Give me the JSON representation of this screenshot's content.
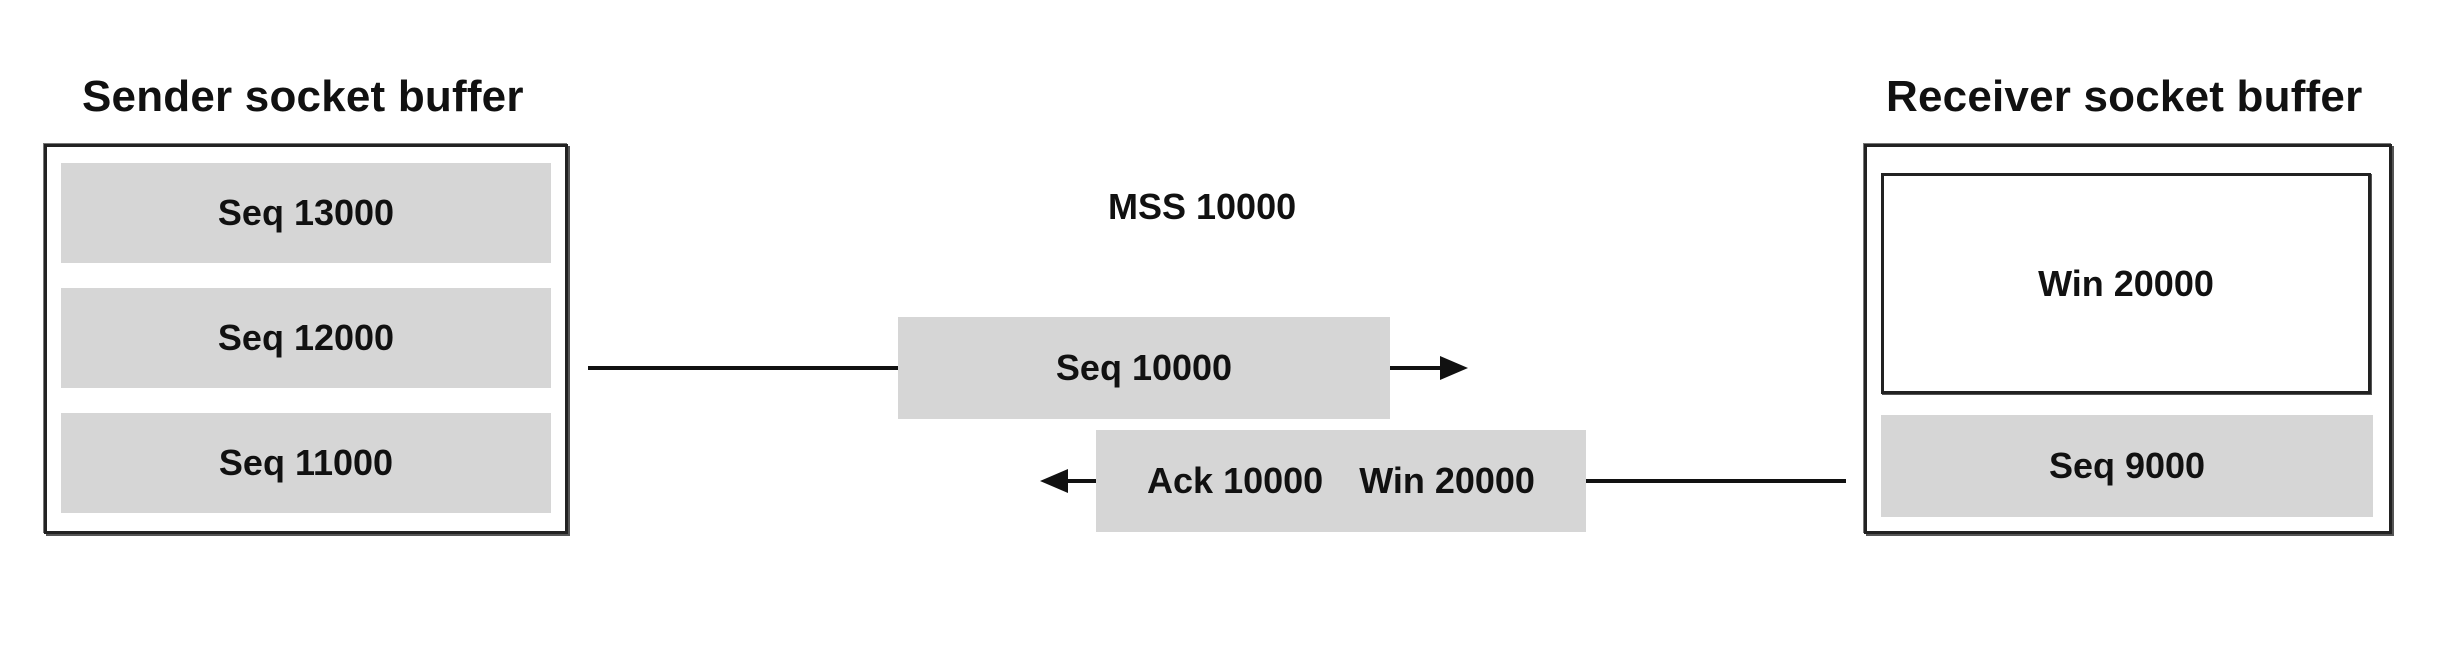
{
  "sender": {
    "title": "Sender socket buffer",
    "segments": [
      "Seq 13000",
      "Seq 12000",
      "Seq 11000"
    ]
  },
  "receiver": {
    "title": "Receiver socket buffer",
    "window_label": "Win 20000",
    "segment_label": "Seq 9000"
  },
  "mss_label": "MSS 10000",
  "data_segment": "Seq 10000",
  "ack_segment": {
    "ack": "Ack 10000",
    "win": "Win 20000"
  },
  "colors": {
    "segment_fill": "#d6d6d6",
    "stroke": "#111111"
  }
}
